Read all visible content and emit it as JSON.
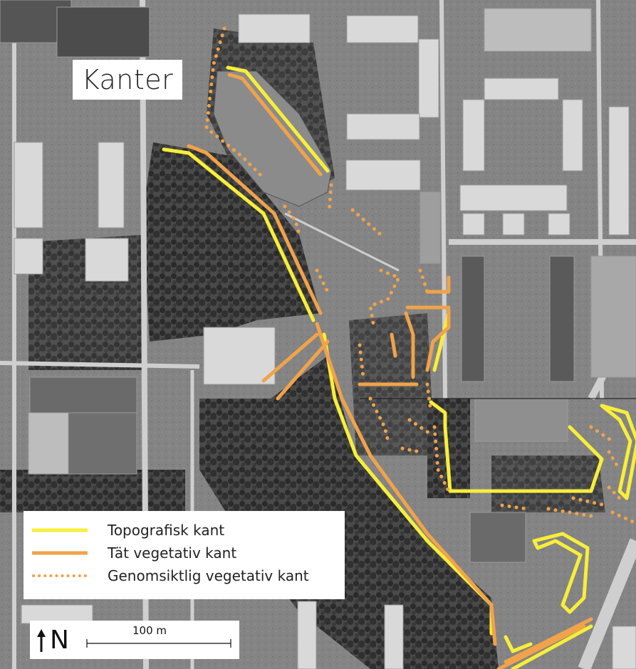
{
  "title": "Kanter",
  "legend": {
    "items": [
      {
        "label": "Topografisk kant",
        "color": "#f7ee3a",
        "style": "solid"
      },
      {
        "label": "Tät vegetativ kant",
        "color": "#f0a34a",
        "style": "solid"
      },
      {
        "label": "Genomsiktlig vegetativ kant",
        "color": "#f0a34a",
        "style": "dotted"
      }
    ]
  },
  "north_label": "N",
  "scale_label": "100 m",
  "colors": {
    "topographic": "#f7ee3a",
    "dense_vegetation": "#f0a34a",
    "open_vegetation": "#f0a34a",
    "water": "#8a8a8a",
    "imagery_base": "#6f6f6f"
  }
}
